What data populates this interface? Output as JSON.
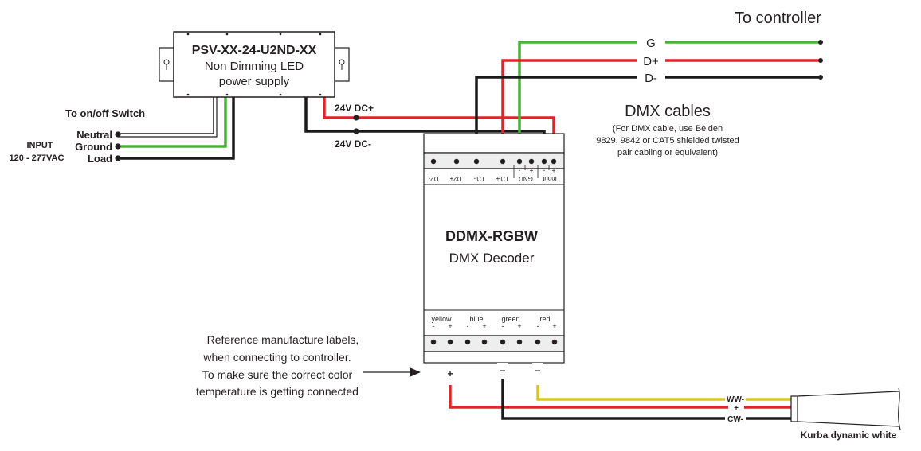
{
  "power_supply": {
    "model": "PSV-XX-24-U2ND-XX",
    "line1": "Non Dimming LED",
    "line2": "power supply"
  },
  "mains": {
    "switch_label": "To on/off Switch",
    "input_label": "INPUT",
    "voltage_label": "120 - 277VAC",
    "neutral": "Neutral",
    "ground": "Ground",
    "load": "Load"
  },
  "dc": {
    "positive": "24V DC+",
    "negative": "24V DC-"
  },
  "controller": {
    "title": "To controller",
    "g": "G",
    "dplus": "D+",
    "dminus": "D-"
  },
  "dmx_cables": {
    "title": "DMX cables",
    "note1": "(For DMX cable, use Belden",
    "note2": "9829, 9842 or CAT5 shielded twisted",
    "note3": "pair cabling or equivalent)"
  },
  "decoder": {
    "model": "DDMX-RGBW",
    "name": "DMX Decoder",
    "top_terminals": [
      "D2-",
      "D2+",
      "D1-",
      "D1+",
      "GND",
      "Input"
    ],
    "gnd_pins": [
      "-",
      "+"
    ],
    "input_pins": [
      "-",
      "+"
    ],
    "channels": [
      "yellow",
      "blue",
      "green",
      "red"
    ],
    "minus": "-",
    "plus": "+"
  },
  "note": {
    "line1": "Reference manufacture labels,",
    "line2": "when connecting to controller.",
    "line3": "To make sure the correct color",
    "line4": "temperature is getting connected"
  },
  "wire_marks": {
    "plus": "+",
    "minus1": "−",
    "minus2": "−"
  },
  "fixture": {
    "ww": "WW-",
    "plus": "+",
    "cw": "CW-",
    "name": "Kurba dynamic white"
  },
  "colors": {
    "red": "#e0242b",
    "green": "#4caf3c",
    "black": "#1a1a1a",
    "yellow": "#d9c624",
    "gray_fill": "#eeeeee",
    "line": "#231f20"
  }
}
